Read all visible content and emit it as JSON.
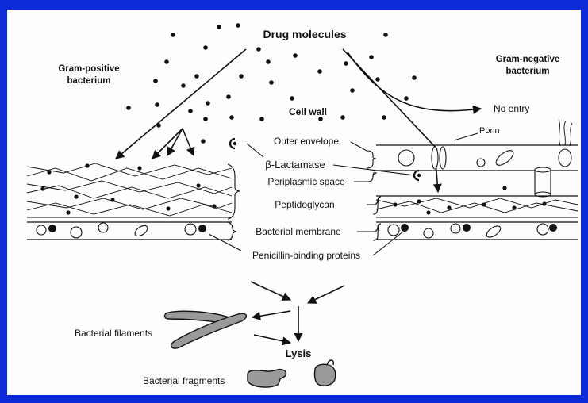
{
  "colors": {
    "background": "#0a2bd6",
    "panel": "#fdfdfb",
    "ink": "#111111",
    "filament_fill": "#9a9a9a"
  },
  "labels": {
    "drug_molecules": "Drug molecules",
    "gram_positive_1": "Gram-positive",
    "gram_positive_2": "bacterium",
    "gram_negative_1": "Gram-negative",
    "gram_negative_2": "bacterium",
    "cell_wall": "Cell wall",
    "no_entry": "No entry",
    "porin": "Porin",
    "outer_envelope": "Outer envelope",
    "beta_lactamase": "β-Lactamase",
    "periplasmic_space": "Periplasmic space",
    "peptidoglycan": "Peptidoglycan",
    "bacterial_membrane": "Bacterial membrane",
    "penicillin_binding_proteins": "Penicillin-binding proteins",
    "bacterial_filaments": "Bacterial filaments",
    "lysis": "Lysis",
    "bacterial_fragments": "Bacterial fragments"
  }
}
